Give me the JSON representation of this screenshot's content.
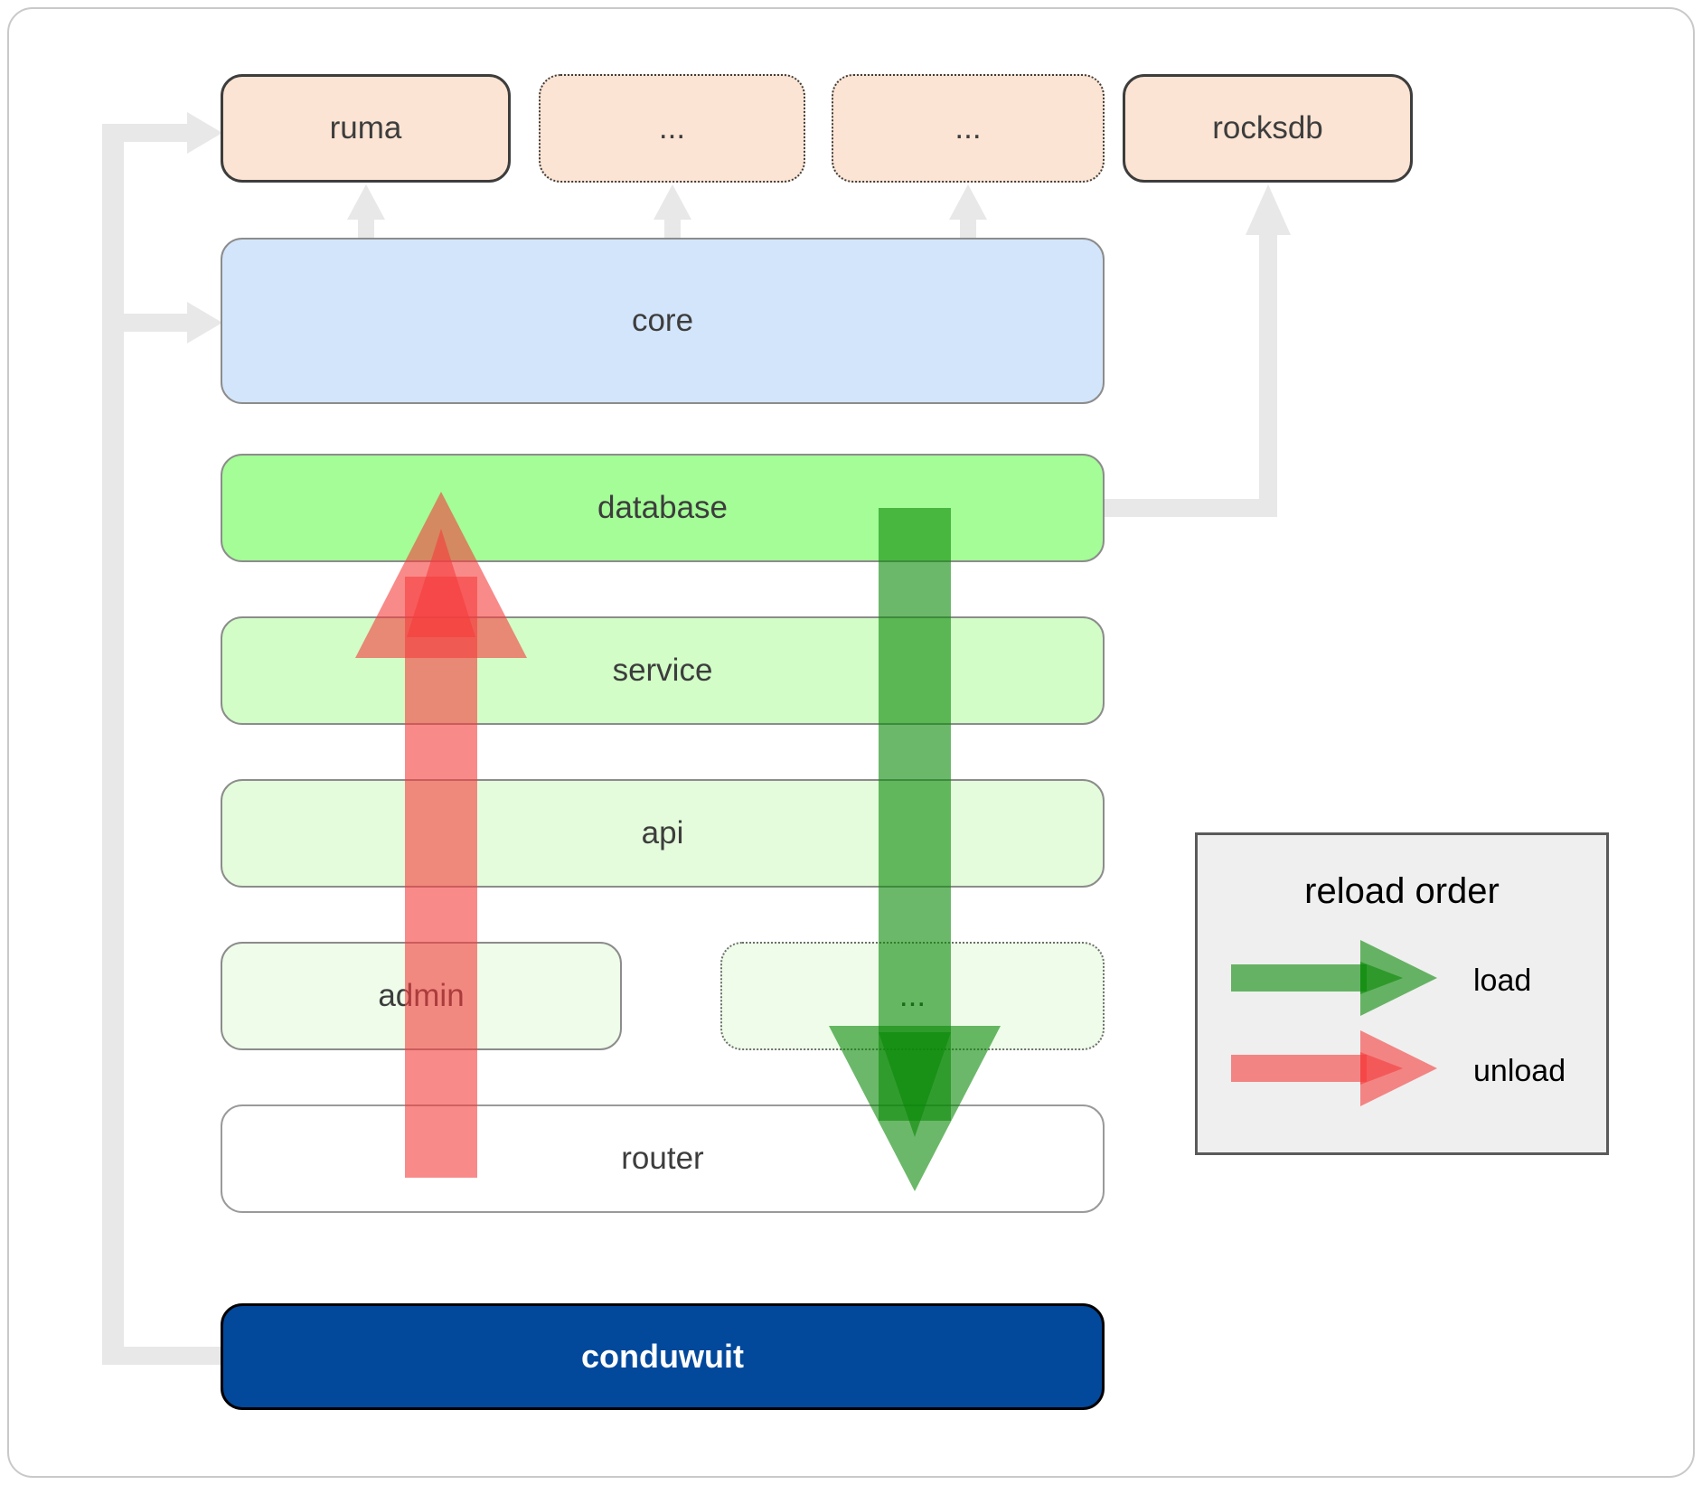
{
  "nodes": {
    "ruma": {
      "label": "ruma"
    },
    "ellipsis1": {
      "label": "..."
    },
    "ellipsis2": {
      "label": "..."
    },
    "rocksdb": {
      "label": "rocksdb"
    },
    "core": {
      "label": "core"
    },
    "database": {
      "label": "database"
    },
    "service": {
      "label": "service"
    },
    "api": {
      "label": "api"
    },
    "admin": {
      "label": "admin"
    },
    "ellipsis3": {
      "label": "..."
    },
    "router": {
      "label": "router"
    },
    "conduwuit": {
      "label": "conduwuit"
    }
  },
  "edges": [
    {
      "from": "conduwuit",
      "to": "ruma",
      "style": "gray-elbow-arrow"
    },
    {
      "from": "conduwuit",
      "to": "core",
      "style": "gray-elbow-arrow"
    },
    {
      "from": "core",
      "to": "ruma",
      "style": "gray-arrow-up"
    },
    {
      "from": "core",
      "to": "ellipsis1",
      "style": "gray-arrow-up"
    },
    {
      "from": "core",
      "to": "ellipsis2",
      "style": "gray-arrow-up"
    },
    {
      "from": "database",
      "to": "rocksdb",
      "style": "gray-elbow-arrow"
    },
    {
      "from": "database",
      "to": "router",
      "type": "load",
      "style": "big-green-arrow-down"
    },
    {
      "from": "router",
      "to": "database",
      "type": "unload",
      "style": "big-red-arrow-up"
    }
  ],
  "legend": {
    "title": "reload order",
    "items": [
      {
        "label": "load",
        "color": "#0a8907"
      },
      {
        "label": "unload",
        "color": "#f53c3c"
      }
    ]
  },
  "colors": {
    "peach_box": "#fbe4d3",
    "core_blue": "#d3e5fa",
    "database_green": "#a4fd96",
    "service_green": "#d2fdc7",
    "api_green": "#e4fcdb",
    "admin_green": "#eefce9",
    "conduwuit_navy": "#02489b",
    "connector_gray": "#e8e8e8",
    "load_arrow_green": "#0a8907",
    "unload_arrow_red": "#f53c3c",
    "label_text": "#3d3d3d"
  }
}
